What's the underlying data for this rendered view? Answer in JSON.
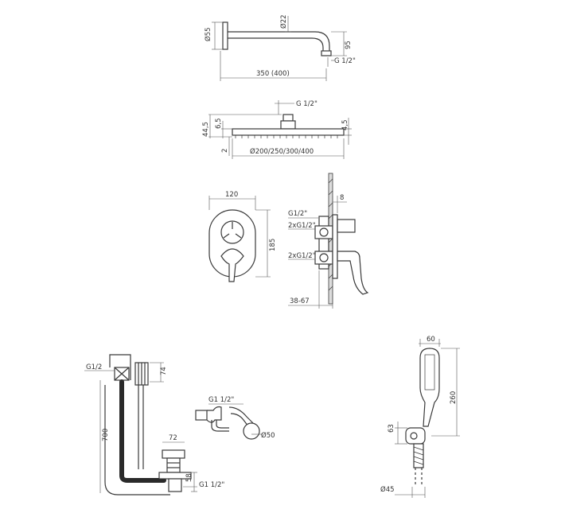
{
  "shower_arm": {
    "diameter_flange": "Ø55",
    "diameter_pipe": "Ø22",
    "drop": "95",
    "thread": "G 1/2\"",
    "length": "350 (400)"
  },
  "shower_head": {
    "thread": "G 1/2\"",
    "height": "44,5",
    "neck": "6,5",
    "edge": "4,5",
    "gap": "2",
    "diameters": "Ø200/250/300/400"
  },
  "mixer": {
    "plate_width": "120",
    "plate_height": "185",
    "depth": "8",
    "inlet_label": "G1/2\"",
    "outlet_label_top": "2xG1/2\"",
    "outlet_label_bottom": "2xG1/2\"",
    "wall_range": "38-67"
  },
  "bath_waste": {
    "thread_top": "G1/2",
    "overflow_height": "74",
    "length": "700",
    "trap_thread": "G1 1/2\"",
    "outlet_diameter": "Ø50",
    "plug_diameter": "72",
    "plug_height": "58",
    "bottom_thread": "G1 1/2\""
  },
  "hand_shower": {
    "width": "60",
    "length": "260",
    "holder": "63",
    "diameter_base": "Ø45"
  }
}
